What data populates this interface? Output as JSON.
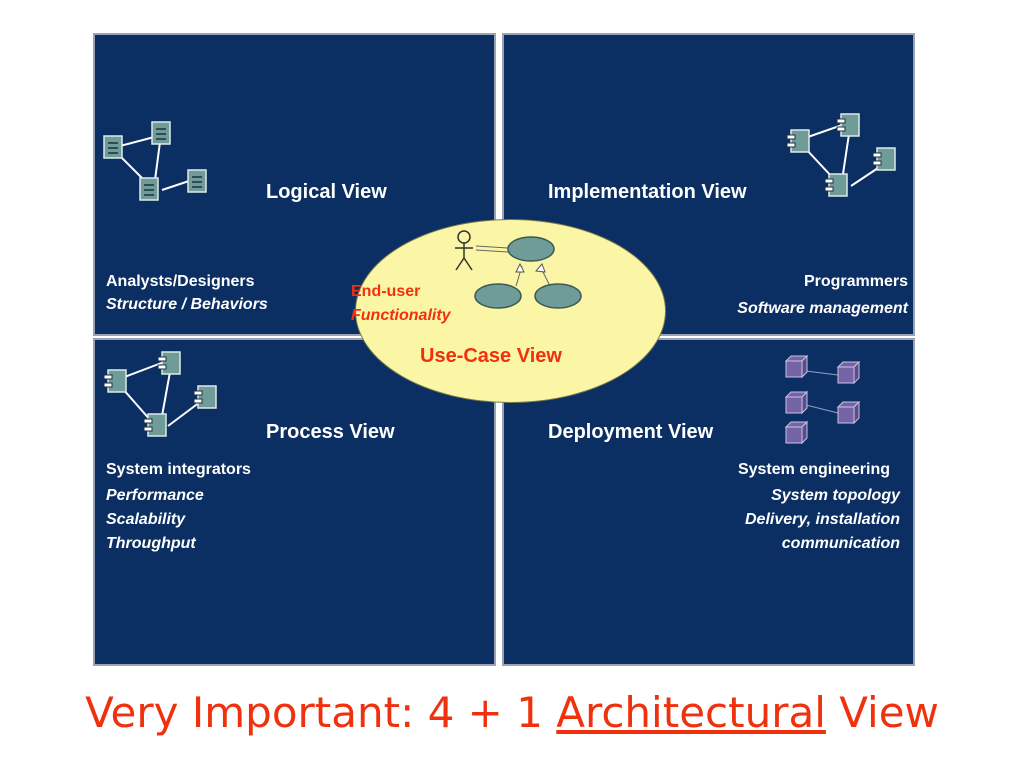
{
  "logical": {
    "title": "Logical View",
    "audience": "Analysts/Designers",
    "concerns": "Structure /  Behaviors",
    "icon": "class-diagram-icon"
  },
  "implementation": {
    "title": "Implementation View",
    "audience": "Programmers",
    "concerns": "Software management",
    "icon": "component-diagram-icon"
  },
  "process": {
    "title": "Process View",
    "audience": "System integrators",
    "concerns": [
      "Performance",
      "Scalability",
      "Throughput"
    ],
    "icon": "component-diagram-icon"
  },
  "deployment": {
    "title": "Deployment View",
    "audience": "System engineering",
    "concerns": [
      "System topology",
      "Delivery, installation",
      "communication"
    ],
    "icon": "node-diagram-icon"
  },
  "usecase": {
    "title": "Use-Case View",
    "audience": "End-user",
    "concerns": "Functionality",
    "icon": "use-case-diagram-icon"
  },
  "slide_title": {
    "prefix": "Very Important:  4 + 1 ",
    "underlined": "Architectural",
    "suffix": " View"
  },
  "colors": {
    "panel": "#0c2f63",
    "ellipse": "#fbf6a5",
    "accent_red": "#f0310d",
    "icon_teal": "#6f9c99",
    "node_purple": "#7464a6"
  }
}
